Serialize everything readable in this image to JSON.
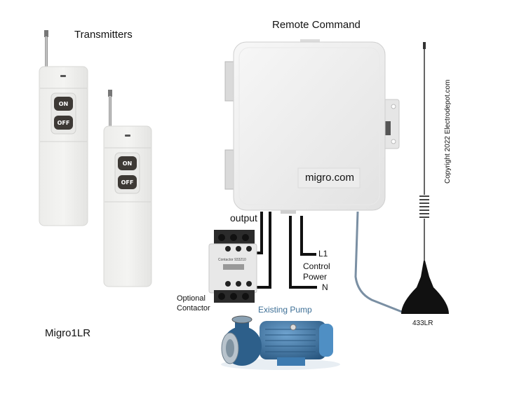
{
  "labels": {
    "transmitters": "Transmitters",
    "remote_command": "Remote Command",
    "copyright": "Copyright 2022 Electrodepot.com",
    "brand_plate": "migro.com",
    "output": "output",
    "l1": "L1",
    "control_power_line1": "Control",
    "control_power_line2": "Power",
    "n": "N",
    "optional_contactor_line1": "Optional",
    "optional_contactor_line2": "Contactor",
    "existing_pump": "Existing Pump",
    "antenna_model": "433LR",
    "product_name": "Migro1LR"
  },
  "transmitters": [
    {
      "on_label": "ON",
      "off_label": "OFF"
    },
    {
      "on_label": "ON",
      "off_label": "OFF"
    }
  ],
  "contactor": {
    "model_text": "Contactor 933210"
  },
  "colors": {
    "wire": "#111111",
    "antenna_cable": "#7a8fa3",
    "enclosure": "#ededed",
    "pump_blue": "#3a6f9e",
    "existing_pump_text": "#3d6f96"
  }
}
